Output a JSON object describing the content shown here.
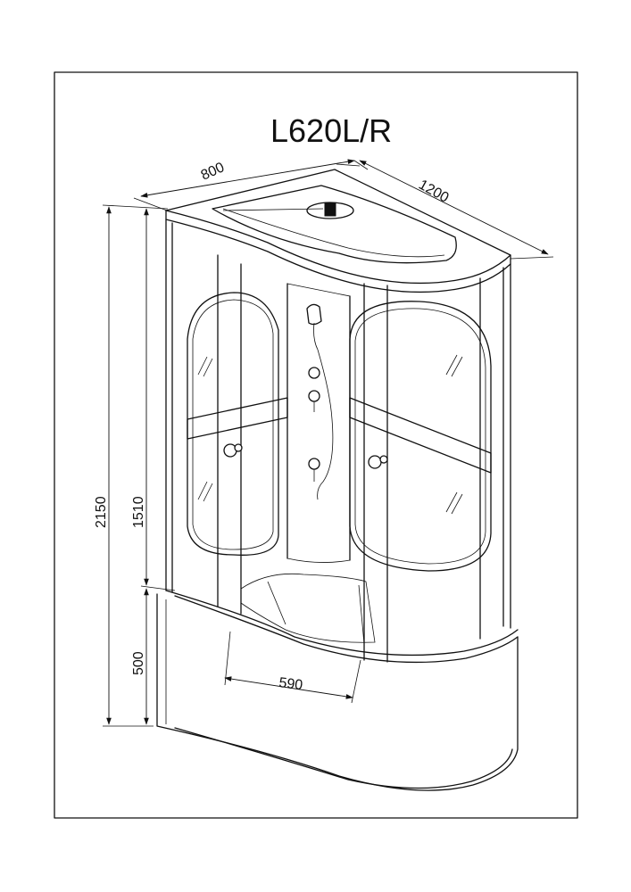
{
  "title": "L620L/R",
  "dimensions": {
    "depth": "800",
    "width": "1200",
    "total_height": "2150",
    "glass_height": "1510",
    "tray_height": "500",
    "door_opening": "590"
  }
}
